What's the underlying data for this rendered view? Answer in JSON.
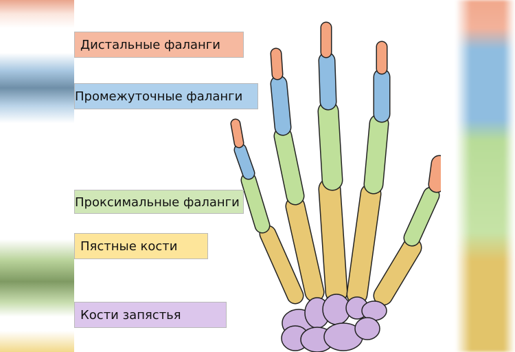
{
  "labels": {
    "distal": "Дистальные фаланги",
    "intermediate": "Промежуточные фаланги",
    "proximal": "Проксимальные фаланги",
    "metacarpal": "Пястные кости",
    "carpal": "Кости запястья"
  },
  "colors": {
    "distal": "#f4a47f",
    "intermediate": "#8fbde2",
    "proximal": "#bfe09a",
    "metacarpal": "#e8c873",
    "carpal": "#cdb2e0"
  }
}
